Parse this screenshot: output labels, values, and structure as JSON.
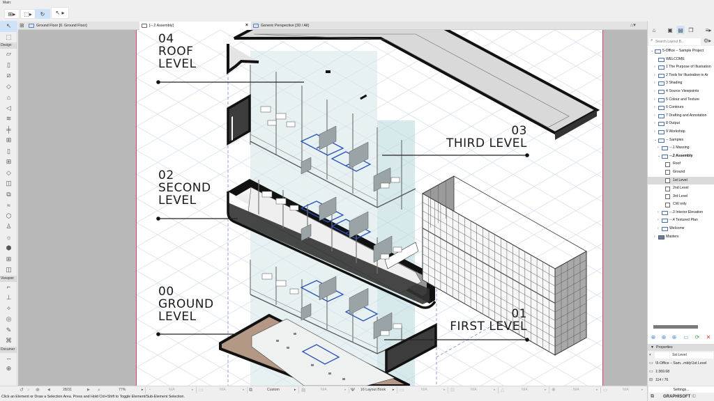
{
  "toolbar": {
    "title": "Main:",
    "buttons": [
      {
        "name": "layer-combo-button",
        "glyph": "⊞▸"
      },
      {
        "name": "marquee-button",
        "glyph": "⬚▸"
      },
      {
        "name": "orbit-button",
        "glyph": "↻"
      },
      {
        "name": "arrow-tool-button",
        "glyph": "↖ ▸"
      }
    ]
  },
  "toolbox": {
    "sections": [
      {
        "label": "",
        "tools": [
          {
            "name": "arrow-tool",
            "glyph": "↖",
            "active": true
          },
          {
            "name": "marquee-tool",
            "glyph": "⬚"
          }
        ]
      },
      {
        "label": "Design",
        "tools": [
          {
            "name": "wall-tool",
            "glyph": "▱"
          },
          {
            "name": "column-tool",
            "glyph": "▯"
          },
          {
            "name": "beam-tool",
            "glyph": "⧄"
          },
          {
            "name": "slab-tool",
            "glyph": "◇"
          },
          {
            "name": "roof-tool",
            "glyph": "⌂"
          },
          {
            "name": "shell-tool",
            "glyph": "◁"
          },
          {
            "name": "stair-tool",
            "glyph": "≋"
          },
          {
            "name": "railing-tool",
            "glyph": "╪"
          },
          {
            "name": "curtain-wall-tool",
            "glyph": "⊞"
          },
          {
            "name": "door-tool",
            "glyph": "▯"
          },
          {
            "name": "window-tool",
            "glyph": "⊞"
          },
          {
            "name": "skylight-tool",
            "glyph": "◇"
          },
          {
            "name": "wall-end-tool",
            "glyph": "◫"
          },
          {
            "name": "corner-window-tool",
            "glyph": "⧉"
          },
          {
            "name": "mesh-tool",
            "glyph": "≈"
          },
          {
            "name": "morph-tool",
            "glyph": "⬡"
          },
          {
            "name": "object-tool",
            "glyph": "♙"
          },
          {
            "name": "lamp-tool",
            "glyph": "☼"
          },
          {
            "name": "zone-tool",
            "glyph": "⬢"
          },
          {
            "name": "panel-tool",
            "glyph": "⊞"
          },
          {
            "name": "opening-tool",
            "glyph": "◫"
          }
        ]
      },
      {
        "label": "Viewpoir",
        "tools": [
          {
            "name": "section-tool",
            "glyph": "⌐"
          },
          {
            "name": "elevation-tool",
            "glyph": "⊥"
          },
          {
            "name": "interior-elevation-tool",
            "glyph": "✧"
          },
          {
            "name": "worksheet-tool",
            "glyph": "◎"
          },
          {
            "name": "detail-tool",
            "glyph": "✎"
          },
          {
            "name": "camera-tool",
            "glyph": "⌘"
          }
        ]
      },
      {
        "label": "Documer",
        "tools": [
          {
            "name": "dimension-tool",
            "glyph": "↔"
          },
          {
            "name": "level-dimension-tool",
            "glyph": "⊕"
          }
        ]
      }
    ]
  },
  "tabs": [
    {
      "label": "Ground Floor [0. Ground Floor]",
      "active": false
    },
    {
      "label": "[--.2 Assembly]",
      "active": true,
      "closable": true
    },
    {
      "label": "Generic Perspective [3D / All]",
      "active": false
    }
  ],
  "canvas": {
    "labels": [
      {
        "number": "04",
        "name1": "ROOF",
        "name2": "LEVEL"
      },
      {
        "number": "03",
        "name1": "THIRD LEVEL"
      },
      {
        "number": "02",
        "name1": "SECOND",
        "name2": "LEVEL"
      },
      {
        "number": "00",
        "name1": "GROUND",
        "name2": "LEVEL"
      },
      {
        "number": "01",
        "name1": "FIRST LEVEL"
      }
    ],
    "colors": {
      "grid": "#c9d6ea",
      "guide": "#7a86d0",
      "band": "#cfe5e7",
      "slab_top": "#e6e6e6",
      "slab_edge": "#111111",
      "panel": "#3a3a3a",
      "ground": "#b39886",
      "accent_blue": "#2a52b8",
      "margin": "#d0407a"
    }
  },
  "navigator": {
    "view_buttons": [
      {
        "name": "project-map-button",
        "glyph": "⌂"
      },
      {
        "name": "view-map-button",
        "glyph": "▣"
      },
      {
        "name": "layout-book-button",
        "glyph": "▤",
        "active": true
      },
      {
        "name": "publisher-sets-button",
        "glyph": "❐"
      },
      {
        "name": "navigator-menu-button",
        "glyph": "≡▸"
      }
    ],
    "search": {
      "placeholder": "Search Layout B..."
    },
    "tree": [
      {
        "label": "5-Office – Sample Project",
        "indent": 0,
        "arrow": "v",
        "icon": "book"
      },
      {
        "label": "WELCOME",
        "indent": 1,
        "arrow": "",
        "icon": "layout"
      },
      {
        "label": "1 The Purpose of Illustration",
        "indent": 1,
        "arrow": ">",
        "icon": "folder"
      },
      {
        "label": "2 Tools for Illustration in Ar",
        "indent": 1,
        "arrow": ">",
        "icon": "folder"
      },
      {
        "label": "3 Shading",
        "indent": 1,
        "arrow": ">",
        "icon": "folder"
      },
      {
        "label": "4 Source Viewpoints",
        "indent": 1,
        "arrow": ">",
        "icon": "folder"
      },
      {
        "label": "5 Colour and Texture",
        "indent": 1,
        "arrow": ">",
        "icon": "folder"
      },
      {
        "label": "6 Contours",
        "indent": 1,
        "arrow": ">",
        "icon": "folder"
      },
      {
        "label": "7 Drafting and Annotation",
        "indent": 1,
        "arrow": ">",
        "icon": "folder"
      },
      {
        "label": "8 Output",
        "indent": 1,
        "arrow": ">",
        "icon": "folder"
      },
      {
        "label": "9 Workshop",
        "indent": 1,
        "arrow": ">",
        "icon": "folder"
      },
      {
        "label": "-- Samples",
        "indent": 1,
        "arrow": "v",
        "icon": "folder"
      },
      {
        "label": "--.1 Massing",
        "indent": 2,
        "arrow": ">",
        "icon": "layout"
      },
      {
        "label": "--.2 Assembly",
        "indent": 2,
        "arrow": "v",
        "icon": "layout",
        "bold": true
      },
      {
        "label": "Roof",
        "indent": 3,
        "arrow": "",
        "icon": "cube"
      },
      {
        "label": "Ground",
        "indent": 3,
        "arrow": "",
        "icon": "cube"
      },
      {
        "label": "1st Level",
        "indent": 3,
        "arrow": "",
        "icon": "cube",
        "selected": true
      },
      {
        "label": "2nd Level",
        "indent": 3,
        "arrow": "",
        "icon": "cube"
      },
      {
        "label": "3rd Level",
        "indent": 3,
        "arrow": "",
        "icon": "cube"
      },
      {
        "label": "CW only",
        "indent": 3,
        "arrow": "",
        "icon": "cube"
      },
      {
        "label": "--.3 Interior Elevation",
        "indent": 2,
        "arrow": ">",
        "icon": "layout"
      },
      {
        "label": "--.4 Textured Plan",
        "indent": 2,
        "arrow": ">",
        "icon": "layout"
      },
      {
        "label": "Welcome",
        "indent": 2,
        "arrow": ">",
        "icon": "layout"
      },
      {
        "label": "Masters",
        "indent": 1,
        "arrow": ">",
        "icon": "darkfolder"
      }
    ],
    "actions": [
      {
        "name": "new-subset-button",
        "glyph": "⊕",
        "color": "#4a90d9"
      },
      {
        "name": "new-layout-button",
        "glyph": "⊕",
        "color": "#4a90d9"
      },
      {
        "name": "new-master-button",
        "glyph": "⊕",
        "color": "#4a90d9"
      },
      {
        "name": "place-drawing-button",
        "glyph": "▭",
        "color": "#4a90d9"
      },
      {
        "name": "update-button",
        "glyph": "⟳",
        "color": "#3aa55a"
      },
      {
        "name": "delete-button",
        "glyph": "✕",
        "color": "#e03030"
      }
    ],
    "properties": {
      "header": "Properties",
      "id_value": "",
      "name_value": "1st Level",
      "path": "\\5-Office – Sam...mbly\\1st Level",
      "scale": "1:369.68",
      "size": "114 / 76",
      "settings_label": "Settings..."
    },
    "brand": {
      "name": "GRAPHISOFT",
      "suffix": "ID"
    }
  },
  "bottombar": {
    "page": "28/31",
    "zoom": "77%",
    "fields": [
      "N/A",
      "N/A",
      "Custom",
      "N/A",
      "16 Layout Book",
      "N/A",
      "N/A",
      "N/A",
      "N/A",
      "N/A"
    ]
  },
  "status": {
    "message": "Click an Element or Draw a Selection Area. Press and Hold Ctrl+Shift to Toggle Element/Sub-Element Selection."
  }
}
